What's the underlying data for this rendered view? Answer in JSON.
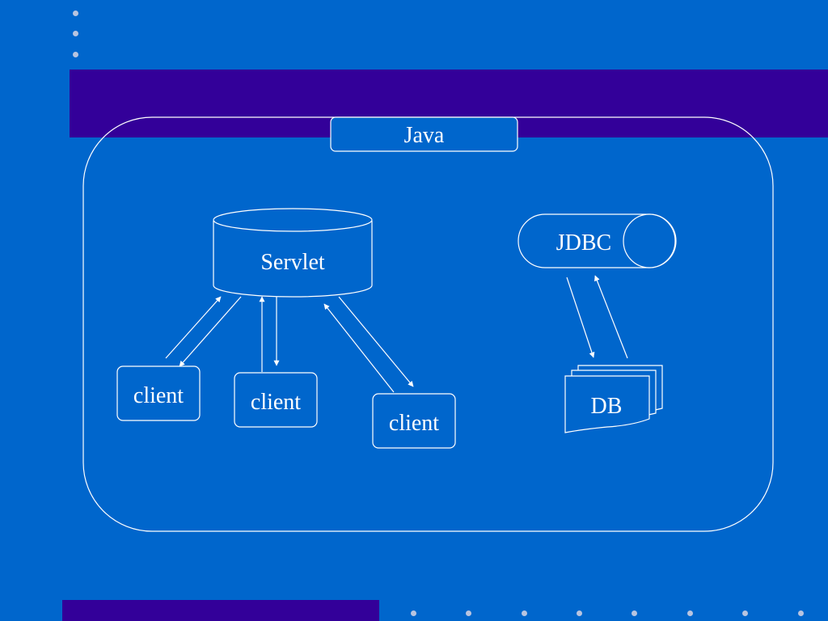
{
  "diagram": {
    "container_label": "Java",
    "servlet_label": "Servlet",
    "jdbc_label": "JDBC",
    "db_label": "DB",
    "clients": [
      "client",
      "client",
      "client"
    ]
  },
  "colors": {
    "background": "#0066cc",
    "band": "#330099",
    "line": "#ffffff",
    "dots": "#b8c4e0"
  }
}
